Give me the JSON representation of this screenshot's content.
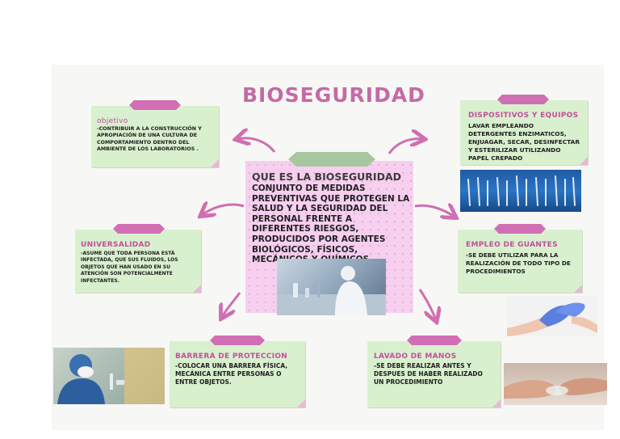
{
  "title": "BIOSEGURIDAD",
  "center": {
    "heading": "QUE ES LA BIOSEGURIDAD",
    "text": "CONJUNTO DE MEDIDAS PREVENTIVAS QUE PROTEGEN LA SALUD Y LA SEGURIDAD DEL PERSONAL FRENTE A DIFERENTES RIESGOS, PRODUCIDOS POR AGENTES BIOLÓGICOS, FÍSICOS, MECÁNICOS Y QUÍMICOS"
  },
  "cards": {
    "objetivo": {
      "title": "objetivo",
      "text": "-CONTRIBUIR A LA CONSTRUCCIÓN Y APROPIACIÓN DE UNA CULTURA DE COMPORTAMIENTO DENTRO DEL AMBIENTE DE LOS LABORATORIOS ."
    },
    "universalidad": {
      "title": "UNIVERSALIDAD",
      "text": "-ASUME QUE TODA PERSONA ESTÁ INFECTADA, QUE SUS FLUIDOS, LOS OBJETOS QUE HAN USADO EN SU ATENCIÓN SON POTENCIALMENTE INFECTANTES."
    },
    "barrera": {
      "title": "BARRERA DE PROTECCION",
      "text": "-COLOCAR UNA BARRERA FÍSICA, MECÁNICA ENTRE PERSONAS O ENTRE OBJETOS."
    },
    "lavado": {
      "title": "LAVADO DE MANOS",
      "text": "-SE DEBE REALIZAR ANTES Y DESPUES DE HABER REALIZADO UN PROCEDIMIENTO"
    },
    "guantes": {
      "title": "EMPLEO DE GUANTES",
      "text": "-SE DEBE UTILIZAR PARA LA REALIZACIÓN DE TODO TIPO DE PROCEDIMIENTOS"
    },
    "dispositivos": {
      "title": "DISPOSITIVOS Y EQUIPOS",
      "text": "LAVAR EMPLEANDO DETERGENTES ENZIMATICOS, ENJUAGAR, SECAR, DESINFECTAR Y ESTERILIZAR UTILIZANDO PAPEL CREPADO"
    }
  },
  "colors": {
    "title": "#c46aa6",
    "card": "#d9f0cf",
    "tab": "#d16fb5",
    "arrow": "#cf6fb0",
    "center": "#f6cfef"
  }
}
